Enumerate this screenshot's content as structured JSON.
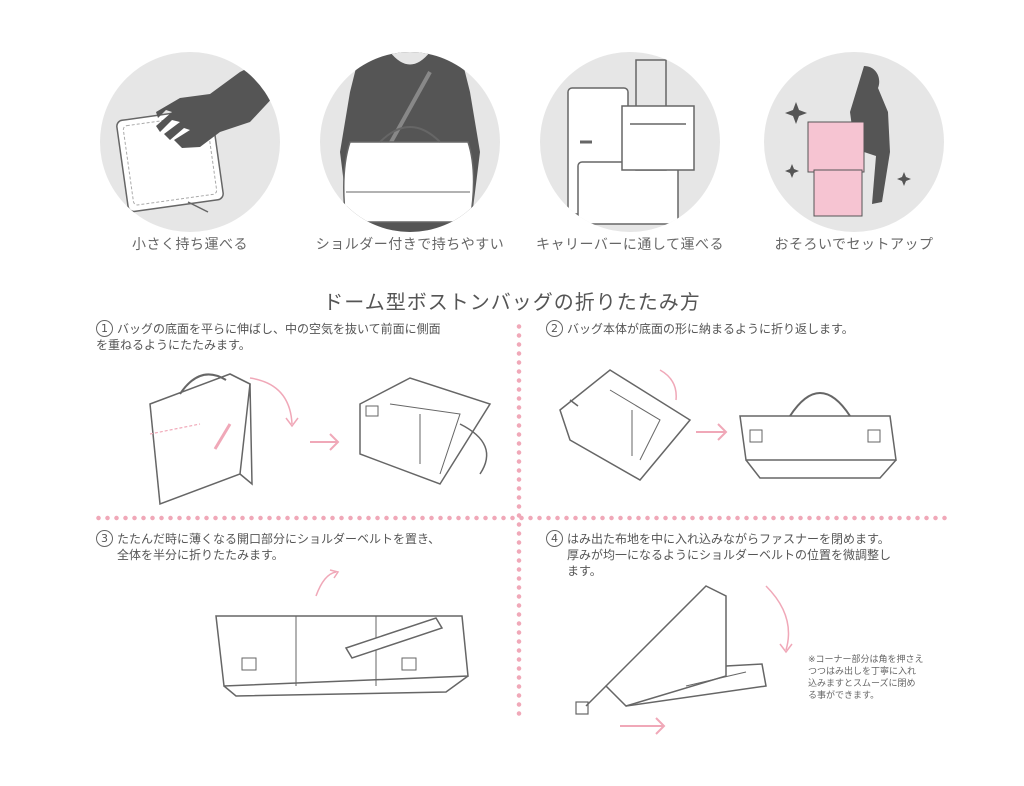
{
  "features": [
    {
      "caption": "小さく持ち運べる"
    },
    {
      "caption": "ショルダー付きで持ちやすい"
    },
    {
      "caption": "キャリーバーに通して運べる"
    },
    {
      "caption": "おそろいでセットアップ"
    }
  ],
  "section_title": "ドーム型ボストンバッグの折りたたみ方",
  "steps": [
    {
      "number": "1",
      "lines": [
        "バッグの底面を平らに伸ばし、中の空気を抜いて前面に側面",
        "を重ねるようにたたみます。"
      ]
    },
    {
      "number": "2",
      "lines": [
        "バッグ本体が底面の形に納まるように折り返します。"
      ]
    },
    {
      "number": "3",
      "lines": [
        "たたんだ時に薄くなる開口部分にショルダーベルトを置き、",
        "全体を半分に折りたたみます。"
      ]
    },
    {
      "number": "4",
      "lines": [
        "はみ出た布地を中に入れ込みながらファスナーを閉めます。",
        "厚みが均一になるようにショルダーベルトの位置を微調整し",
        "ます。"
      ]
    }
  ],
  "note_lines": [
    "※コーナー部分は角を押さえ",
    "つつはみ出しを丁寧に入れ",
    "込みますとスムーズに閉め",
    "る事ができます。"
  ],
  "colors": {
    "accent_pink": "#f0a8b8",
    "circle_gray": "#e6e6e6",
    "silhouette": "#555555",
    "line": "#666666"
  }
}
